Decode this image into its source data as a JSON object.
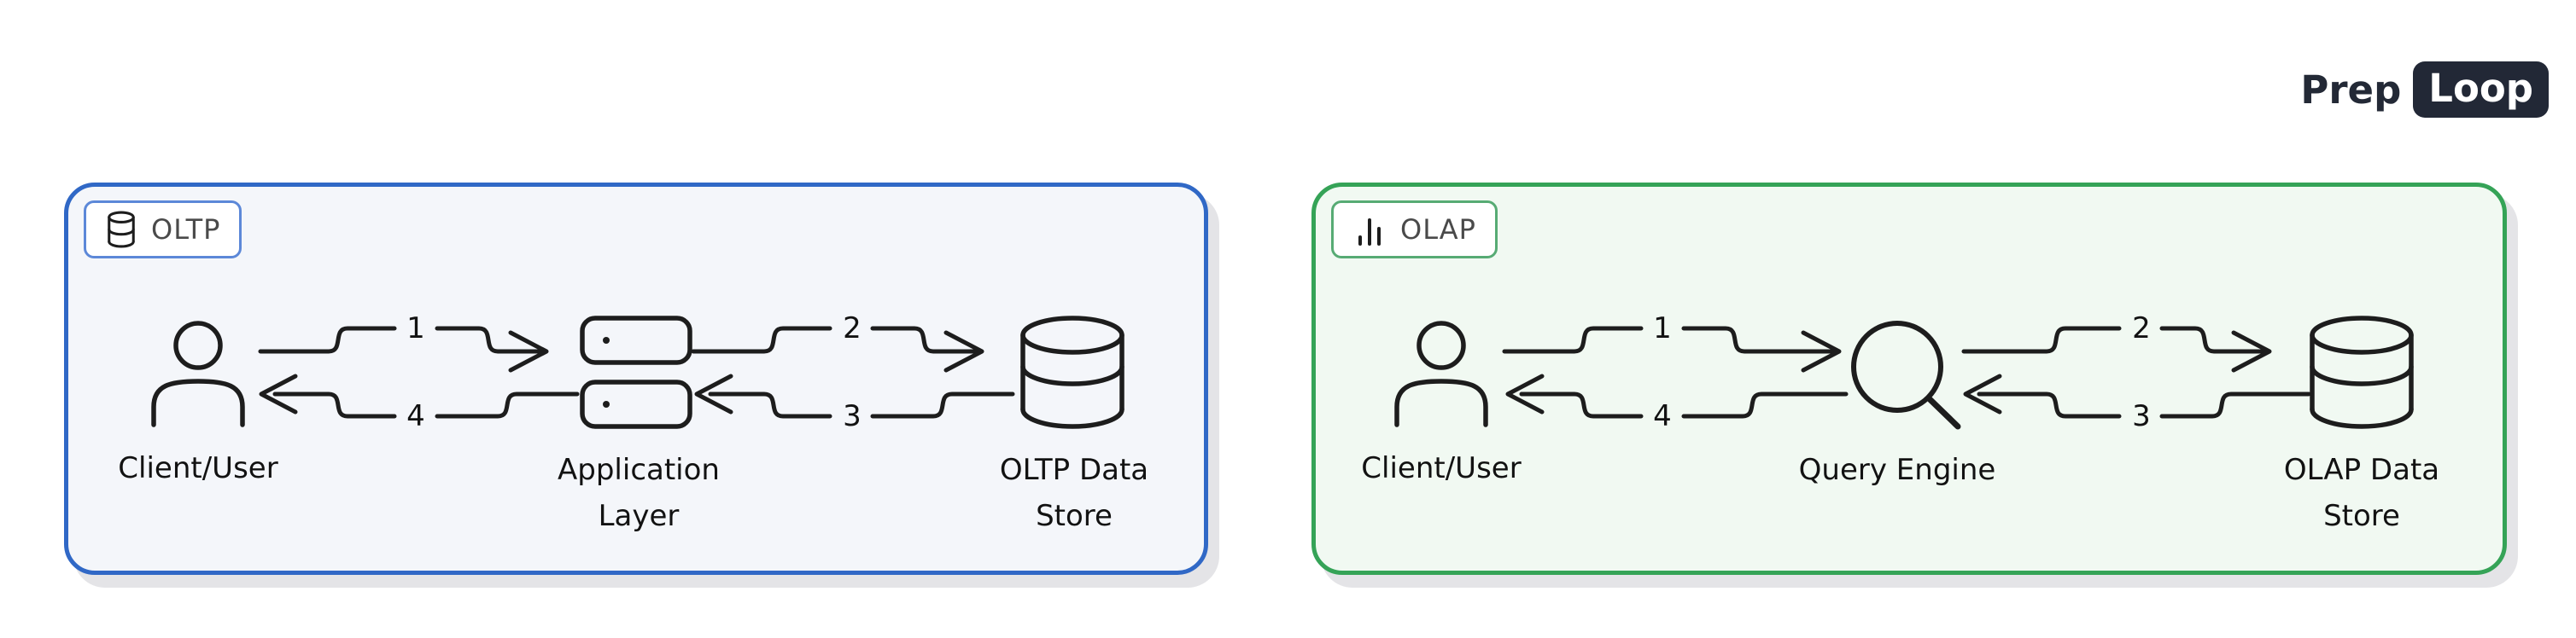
{
  "header": {
    "prefix": "Prep",
    "badge": "Loop"
  },
  "colors": {
    "oltp_border": "#3068c6",
    "oltp_background": "#f4f6fa",
    "olap_border": "#35a357",
    "olap_background": "#f1f9f2",
    "diagram_stroke": "#1d1d1d",
    "loop_badge_background": "#222836",
    "loop_badge_text": "#ffffff"
  },
  "oltp": {
    "badge": "OLTP",
    "badge_icon": "database-icon",
    "client": "Client/User",
    "middle_line1": "Application",
    "middle_line2": "Layer",
    "store_line1": "OLTP Data",
    "store_line2": "Store",
    "arrows": {
      "a1": "1",
      "a2": "2",
      "a3": "3",
      "a4": "4"
    }
  },
  "olap": {
    "badge": "OLAP",
    "badge_icon": "bar-chart-icon",
    "client": "Client/User",
    "middle": "Query Engine",
    "store_line1": "OLAP Data",
    "store_line2": "Store",
    "arrows": {
      "a1": "1",
      "a2": "2",
      "a3": "3",
      "a4": "4"
    }
  }
}
